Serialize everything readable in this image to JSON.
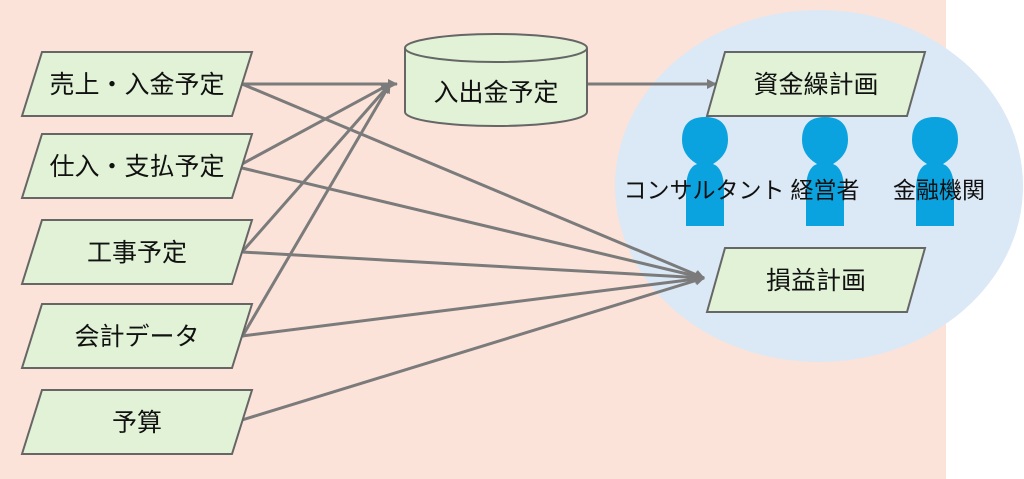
{
  "inputs": [
    {
      "id": "sales",
      "label": "売上・入金予定"
    },
    {
      "id": "purchase",
      "label": "仕入・支払予定"
    },
    {
      "id": "construction",
      "label": "工事予定"
    },
    {
      "id": "accounting",
      "label": "会計データ"
    },
    {
      "id": "budget",
      "label": "予算"
    }
  ],
  "database": {
    "label": "入出金予定"
  },
  "outputs": {
    "cashflow_plan": "資金繰計画",
    "pl_plan": "損益計画"
  },
  "stakeholders": [
    {
      "id": "consultant",
      "label": "コンサルタント"
    },
    {
      "id": "manager",
      "label": "経営者"
    },
    {
      "id": "bank",
      "label": "金融機関"
    }
  ],
  "colors": {
    "background_panel": "#fbe3d9",
    "shape_fill": "#e1f2d6",
    "shape_stroke": "#666666",
    "ellipse_fill": "#dbe8f6",
    "person_fill": "#0aa3e0",
    "arrow": "#7b7b7b"
  }
}
